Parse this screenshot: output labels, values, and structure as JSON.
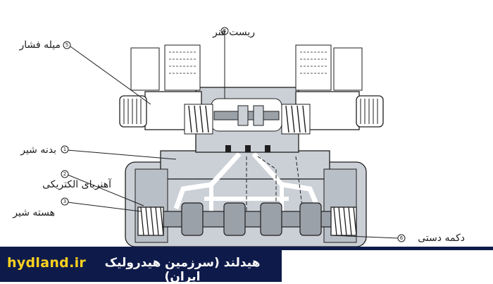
{
  "labels": {
    "spring_seat": "ریست فنر",
    "pressure_rod": "میله فشار",
    "valve_body": "بدنه شیر",
    "electromagnet": "آهنربای الکتریکی",
    "valve_spool": "هسته شیر",
    "manual_button": "دکمه دستی"
  },
  "numbers": {
    "spring_seat": "4",
    "pressure_rod": "5",
    "valve_body": "1",
    "electromagnet": "2",
    "valve_spool": "3",
    "manual_button": "6"
  },
  "footer": {
    "brand": "hydland.ir",
    "tagline": "هیدلند (سرزمین هیدرولیک ایران)"
  },
  "colors": {
    "body": "#cbd0d6",
    "body_dark": "#9aa1a9",
    "outline": "#1e1e1e",
    "banner": "#0e1b4a",
    "brand": "#ffd21e"
  }
}
